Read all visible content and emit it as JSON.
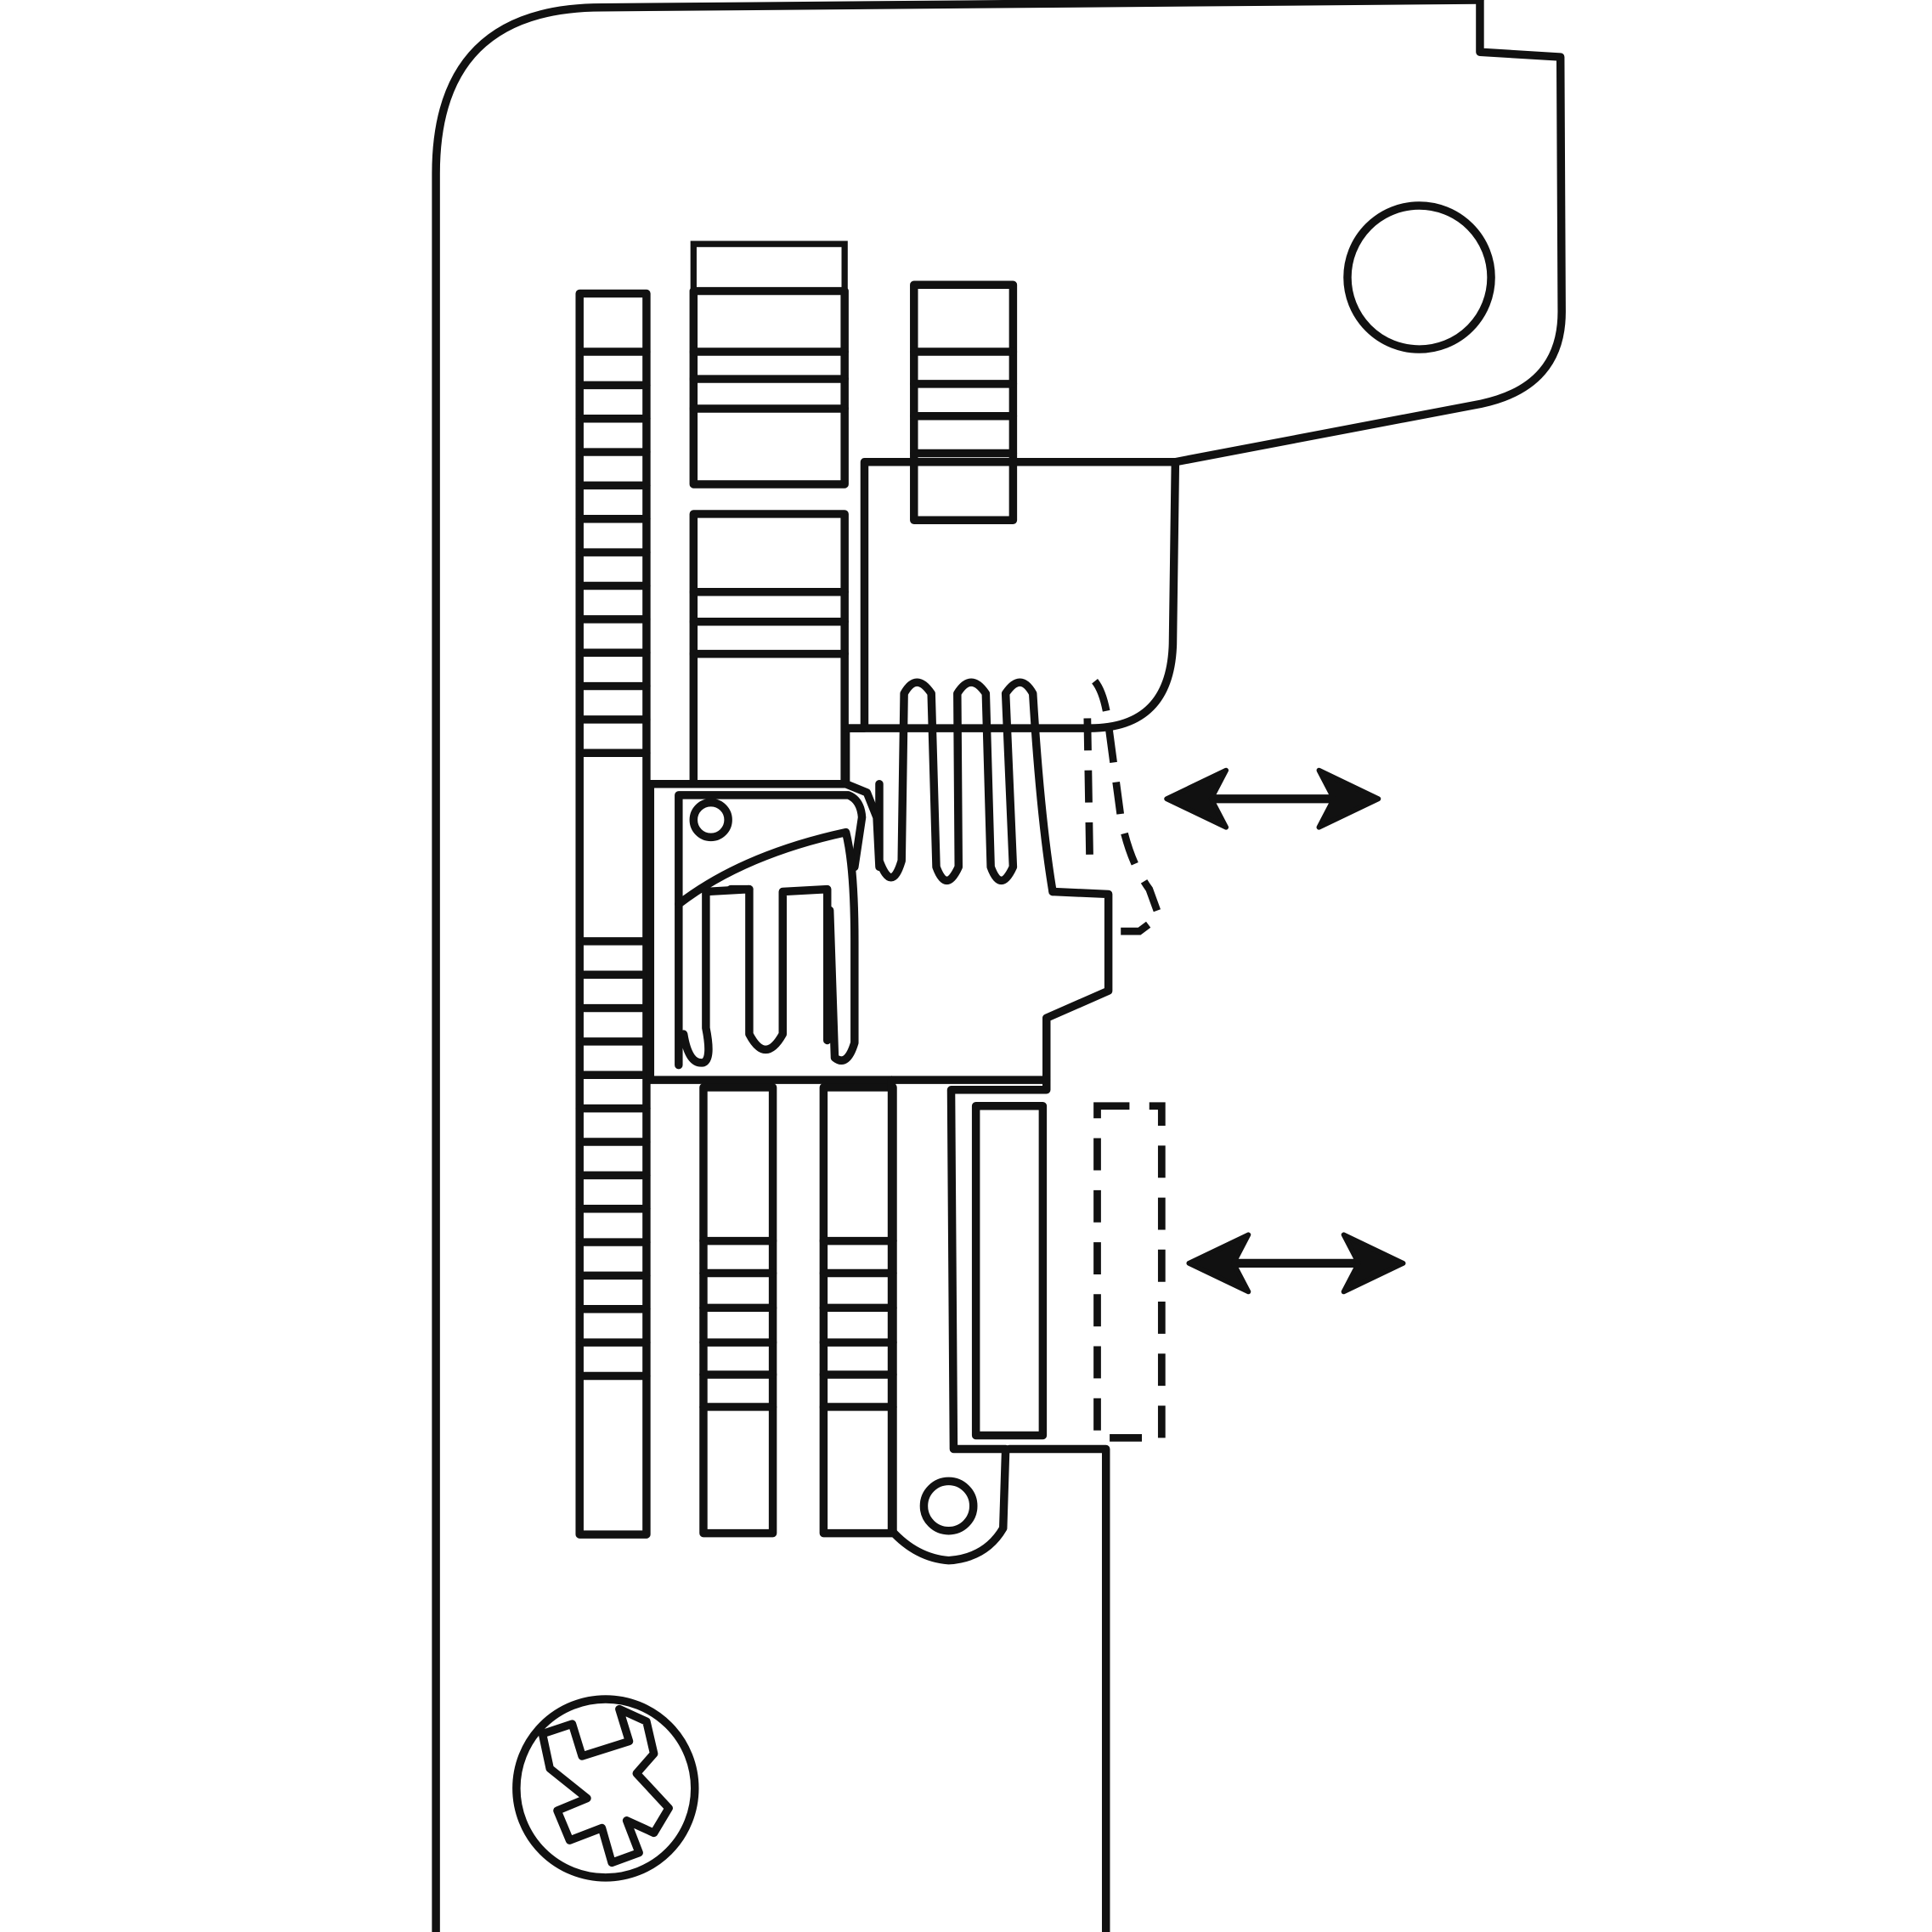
{
  "diagram": {
    "type": "line-drawing",
    "subject": "needle-plate",
    "stroke_color": "#111111",
    "background_color": "#ffffff",
    "adjustable_parts_shown_dashed": 2,
    "direction_arrows": 2,
    "icons": [
      "screw-icon",
      "mounting-hole",
      "double-arrow-icon"
    ]
  }
}
